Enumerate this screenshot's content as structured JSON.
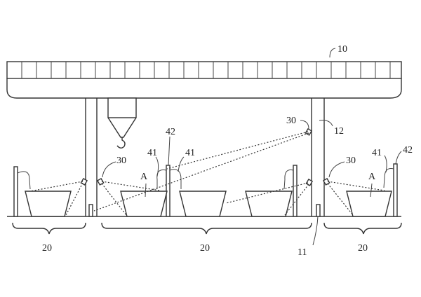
{
  "labels": {
    "gantry": "10",
    "right_post": "12",
    "base_marker": "11",
    "camera_top": "30",
    "camera_left": "30",
    "camera_right": "30",
    "station_left": "20",
    "station_middle": "20",
    "station_right": "20",
    "bracket_mid_a": "41",
    "bracket_mid_b": "41",
    "bracket_right": "41",
    "pole_mid": "42",
    "pole_right": "42",
    "area_mid": "A",
    "area_right": "A"
  }
}
